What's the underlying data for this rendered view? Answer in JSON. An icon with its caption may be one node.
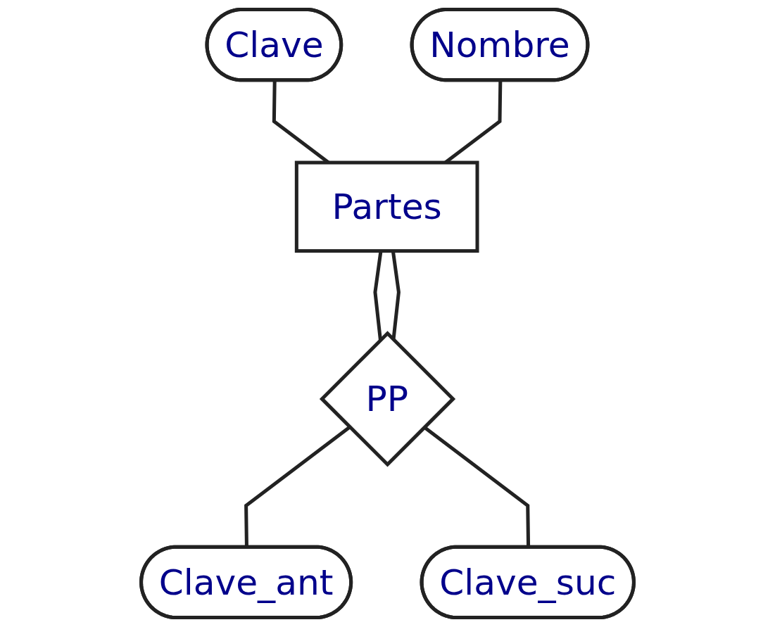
{
  "diagram": {
    "nodes": [
      {
        "text": [
          "Clave"
        ]
      },
      {
        "text": [
          "Nombre"
        ]
      },
      {
        "text": [
          "Partes"
        ]
      },
      {
        "text": [
          "PP"
        ]
      },
      {
        "text": [
          "Clave_ant"
        ]
      },
      {
        "text": [
          "Clave_suc"
        ]
      }
    ],
    "edges": [
      {
        "from": 0,
        "to": 2,
        "arrow": "none"
      },
      {
        "from": 1,
        "to": 2,
        "arrow": "none"
      },
      {
        "from": 2,
        "to": 3,
        "arrow": "none"
      },
      {
        "from": 2,
        "to": 3,
        "arrow": "none"
      },
      {
        "from": 3,
        "to": 4,
        "arrow": "none"
      },
      {
        "from": 3,
        "to": 5,
        "arrow": "none"
      }
    ]
  }
}
